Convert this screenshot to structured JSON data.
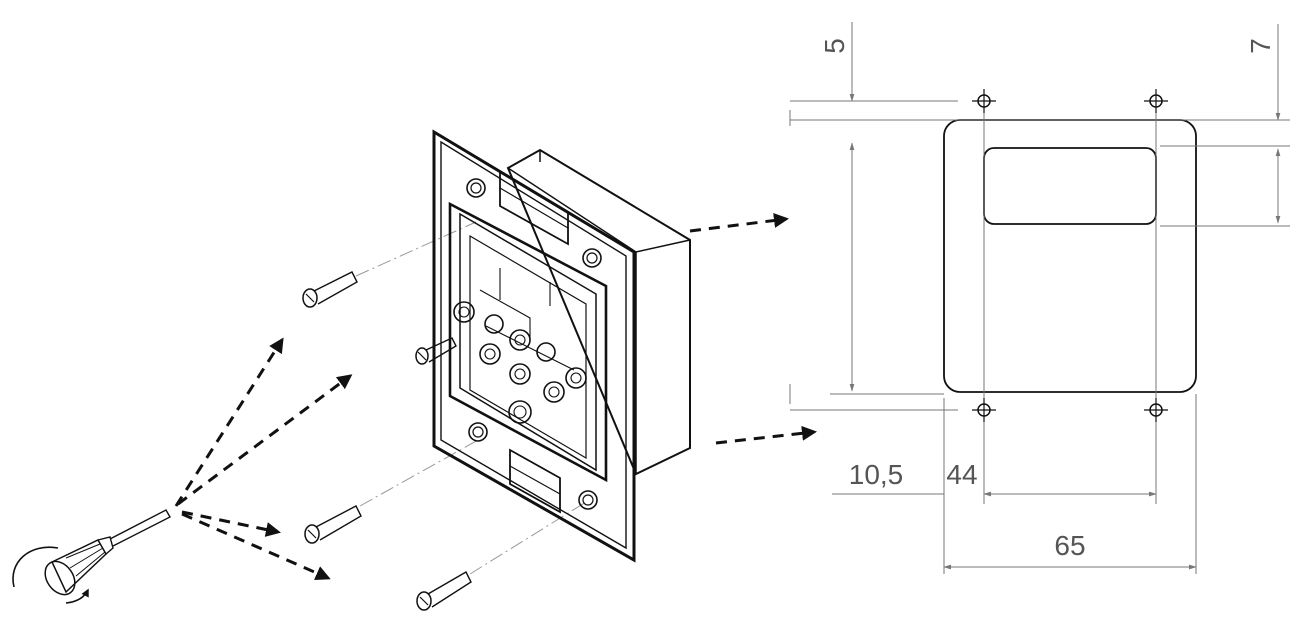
{
  "dimensions": {
    "top_left": "5",
    "top_right": "7",
    "bottom_small": "10,5",
    "bottom_mid": "44",
    "bottom_total": "65"
  },
  "icons": {
    "screwdriver": "screwdriver-icon",
    "rotate": "rotate-arrow-icon",
    "screw": "screw-icon"
  }
}
